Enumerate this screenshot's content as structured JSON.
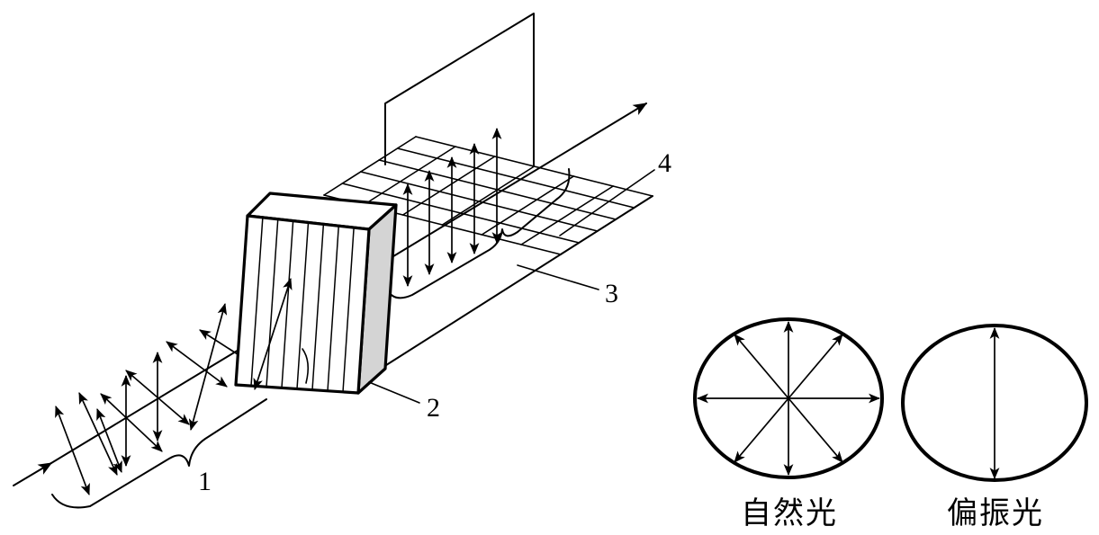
{
  "labels": {
    "part1": "1",
    "part2": "2",
    "part3": "3",
    "part4": "4"
  },
  "captions": {
    "natural_light": "自然光",
    "polarized_light": "偏振光"
  },
  "colors": {
    "line": "#000000",
    "polarizer_side": "#d4d4d4",
    "background": "#ffffff"
  }
}
